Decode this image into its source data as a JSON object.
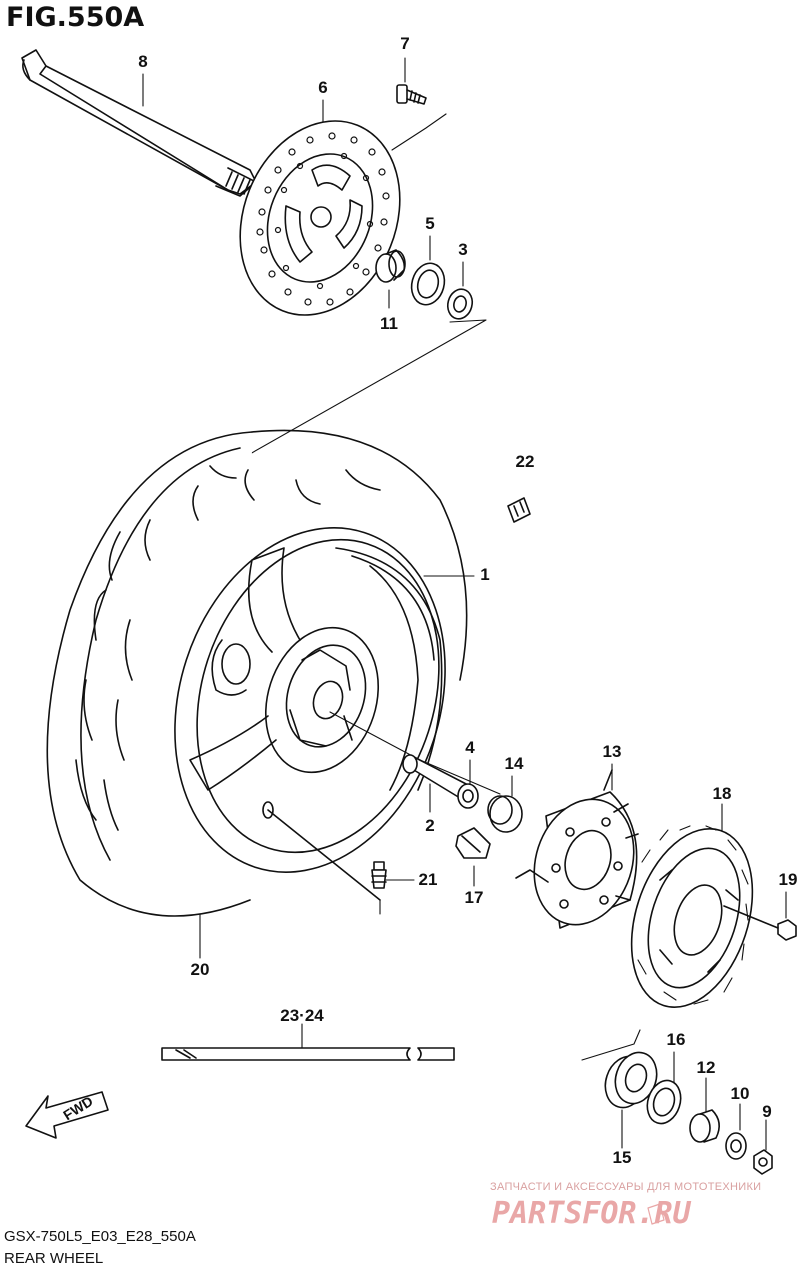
{
  "figure": {
    "title": "FIG.550A",
    "code": "GSX-750L5_E03_E28_550A",
    "caption": "REAR WHEEL"
  },
  "callouts": [
    {
      "id": "c1",
      "label": "1"
    },
    {
      "id": "c2",
      "label": "2"
    },
    {
      "id": "c3",
      "label": "3"
    },
    {
      "id": "c4",
      "label": "4"
    },
    {
      "id": "c5",
      "label": "5"
    },
    {
      "id": "c6",
      "label": "6"
    },
    {
      "id": "c7",
      "label": "7"
    },
    {
      "id": "c8",
      "label": "8"
    },
    {
      "id": "c9",
      "label": "9"
    },
    {
      "id": "c10",
      "label": "10"
    },
    {
      "id": "c11",
      "label": "11"
    },
    {
      "id": "c12",
      "label": "12"
    },
    {
      "id": "c13",
      "label": "13"
    },
    {
      "id": "c14",
      "label": "14"
    },
    {
      "id": "c15",
      "label": "15"
    },
    {
      "id": "c16",
      "label": "16"
    },
    {
      "id": "c17",
      "label": "17"
    },
    {
      "id": "c18",
      "label": "18"
    },
    {
      "id": "c19",
      "label": "19"
    },
    {
      "id": "c20",
      "label": "20"
    },
    {
      "id": "c21",
      "label": "21"
    },
    {
      "id": "c22",
      "label": "22"
    },
    {
      "id": "c23",
      "label": "23·24"
    }
  ],
  "fwd_marker": "FWD",
  "watermark": {
    "tagline": "ЗАПЧАСТИ И АКСЕССУАРЫ ДЛЯ МОТОТЕХНИКИ",
    "brand": "PARTSFOR.RU"
  }
}
